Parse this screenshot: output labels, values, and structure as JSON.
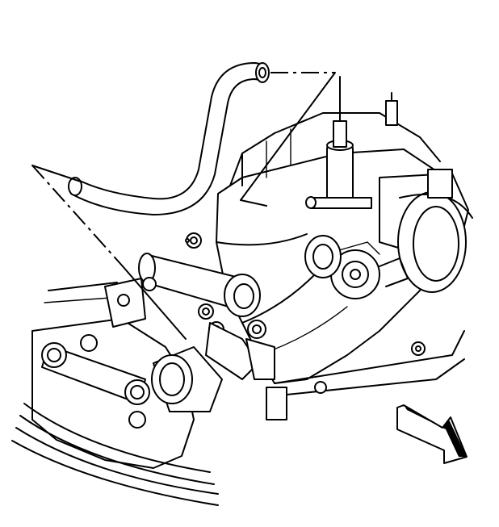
{
  "figure": {
    "kind": "line-art technical illustration",
    "style": "black outline on white",
    "colors": {
      "ink": "#000000",
      "paper": "#ffffff"
    },
    "view_arrow": {
      "direction": "down-right"
    }
  }
}
